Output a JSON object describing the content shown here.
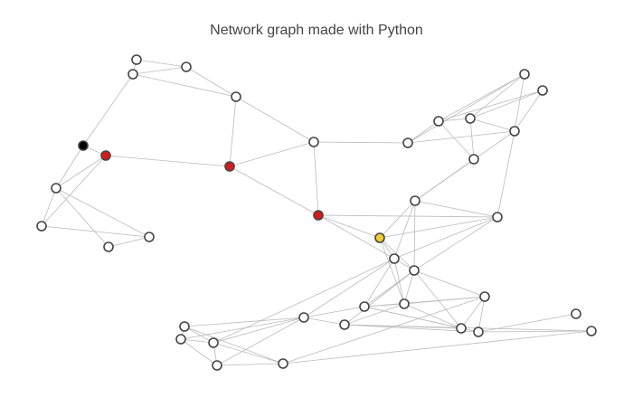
{
  "title": "Network graph made with Python",
  "colors": {
    "default": "#ffffff",
    "red": "#d7191c",
    "black": "#000000",
    "yellow": "#f3cc2e",
    "edge": "#bbbbbb",
    "outline": "#444444"
  },
  "nodes": [
    {
      "id": 0,
      "color": "default"
    },
    {
      "id": 1,
      "color": "default"
    },
    {
      "id": 2,
      "color": "default"
    },
    {
      "id": 3,
      "color": "default"
    },
    {
      "id": 4,
      "color": "black"
    },
    {
      "id": 5,
      "color": "red"
    },
    {
      "id": 6,
      "color": "red"
    },
    {
      "id": 7,
      "color": "default"
    },
    {
      "id": 8,
      "color": "default"
    },
    {
      "id": 9,
      "color": "default"
    },
    {
      "id": 10,
      "color": "default"
    },
    {
      "id": 11,
      "color": "default"
    },
    {
      "id": 12,
      "color": "red"
    },
    {
      "id": 13,
      "color": "default"
    },
    {
      "id": 14,
      "color": "default"
    },
    {
      "id": 15,
      "color": "default"
    },
    {
      "id": 16,
      "color": "default"
    },
    {
      "id": 17,
      "color": "default"
    },
    {
      "id": 18,
      "color": "default"
    },
    {
      "id": 19,
      "color": "default"
    },
    {
      "id": 20,
      "color": "default"
    },
    {
      "id": 21,
      "color": "default"
    },
    {
      "id": 22,
      "color": "yellow"
    },
    {
      "id": 23,
      "color": "default"
    },
    {
      "id": 24,
      "color": "default"
    },
    {
      "id": 25,
      "color": "default"
    },
    {
      "id": 26,
      "color": "default"
    },
    {
      "id": 27,
      "color": "default"
    },
    {
      "id": 28,
      "color": "default"
    },
    {
      "id": 29,
      "color": "default"
    },
    {
      "id": 30,
      "color": "default"
    },
    {
      "id": 31,
      "color": "default"
    },
    {
      "id": 32,
      "color": "default"
    },
    {
      "id": 33,
      "color": "default"
    },
    {
      "id": 34,
      "color": "default"
    },
    {
      "id": 35,
      "color": "default"
    },
    {
      "id": 36,
      "color": "default"
    },
    {
      "id": 37,
      "color": "default"
    },
    {
      "id": 38,
      "color": "default"
    }
  ],
  "edges": [
    [
      0,
      1
    ],
    [
      0,
      2
    ],
    [
      1,
      2
    ],
    [
      1,
      3
    ],
    [
      2,
      3
    ],
    [
      2,
      4
    ],
    [
      4,
      7
    ],
    [
      4,
      5
    ],
    [
      5,
      6
    ],
    [
      5,
      7
    ],
    [
      5,
      8
    ],
    [
      7,
      8
    ],
    [
      7,
      10
    ],
    [
      7,
      9
    ],
    [
      8,
      10
    ],
    [
      9,
      10
    ],
    [
      3,
      6
    ],
    [
      3,
      11
    ],
    [
      6,
      11
    ],
    [
      6,
      12
    ],
    [
      11,
      12
    ],
    [
      11,
      13
    ],
    [
      13,
      14
    ],
    [
      13,
      15
    ],
    [
      13,
      18
    ],
    [
      14,
      16
    ],
    [
      14,
      15
    ],
    [
      14,
      17
    ],
    [
      16,
      17
    ],
    [
      15,
      16
    ],
    [
      16,
      18
    ],
    [
      15,
      18
    ],
    [
      17,
      18
    ],
    [
      14,
      19
    ],
    [
      16,
      19
    ],
    [
      19,
      20
    ],
    [
      18,
      20
    ],
    [
      18,
      21
    ],
    [
      20,
      21
    ],
    [
      20,
      22
    ],
    [
      21,
      22
    ],
    [
      12,
      21
    ],
    [
      12,
      22
    ],
    [
      12,
      23
    ],
    [
      21,
      23
    ],
    [
      21,
      24
    ],
    [
      22,
      23
    ],
    [
      22,
      24
    ],
    [
      20,
      23
    ],
    [
      20,
      24
    ],
    [
      23,
      24
    ],
    [
      23,
      25
    ],
    [
      23,
      26
    ],
    [
      23,
      27
    ],
    [
      23,
      32
    ],
    [
      24,
      25
    ],
    [
      24,
      26
    ],
    [
      24,
      28
    ],
    [
      24,
      29
    ],
    [
      24,
      30
    ],
    [
      22,
      26
    ],
    [
      25,
      26
    ],
    [
      25,
      27
    ],
    [
      25,
      28
    ],
    [
      25,
      29
    ],
    [
      26,
      28
    ],
    [
      26,
      29
    ],
    [
      28,
      29
    ],
    [
      28,
      36
    ],
    [
      28,
      35
    ],
    [
      29,
      30
    ],
    [
      27,
      33
    ],
    [
      27,
      30
    ],
    [
      29,
      36
    ],
    [
      30,
      36
    ],
    [
      30,
      38
    ],
    [
      36,
      37
    ],
    [
      36,
      38
    ],
    [
      35,
      38
    ],
    [
      27,
      31
    ],
    [
      27,
      34
    ],
    [
      27,
      32
    ],
    [
      31,
      32
    ],
    [
      31,
      33
    ],
    [
      31,
      35
    ],
    [
      32,
      33
    ],
    [
      32,
      34
    ],
    [
      33,
      34
    ],
    [
      32,
      35
    ],
    [
      34,
      35
    ],
    [
      25,
      36
    ],
    [
      26,
      30
    ]
  ]
}
